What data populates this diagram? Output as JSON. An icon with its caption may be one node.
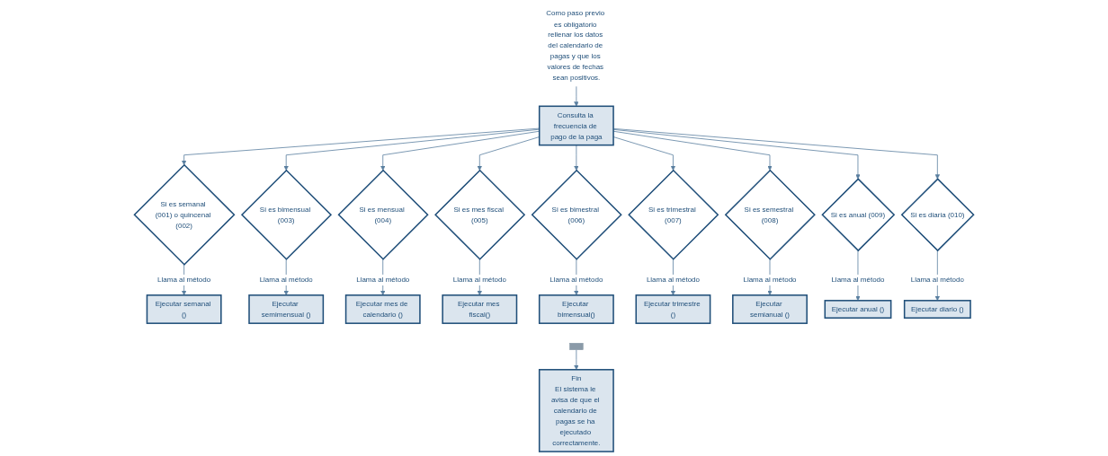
{
  "diagram": {
    "nodes": [
      {
        "text": [
          "Como paso previo es obligatorio rellenar los datos del calendario de pagas y que los valores de fechas sean positivos."
        ]
      },
      {
        "text": [
          "Consulta la frecuencia de pago de la paga"
        ]
      },
      {
        "text": [
          "Si es semanal (001) o quincenal (002)"
        ]
      },
      {
        "text": [
          "Si es bimensual (003)"
        ]
      },
      {
        "text": [
          "Si es mensual (004)"
        ]
      },
      {
        "text": [
          "Si es mes fiscal (005)"
        ]
      },
      {
        "text": [
          "Si es bimestral (006)"
        ]
      },
      {
        "text": [
          "Si es trimestral (007)"
        ]
      },
      {
        "text": [
          "Si es semestral (008)"
        ]
      },
      {
        "text": [
          "Si es anual (009)"
        ]
      },
      {
        "text": [
          "Si es diaria (010)"
        ]
      },
      {
        "text": [
          "Ejecutar semanal ()"
        ]
      },
      {
        "text": [
          "Ejecutar semimensual ()"
        ]
      },
      {
        "text": [
          "Ejecutar mes de calendario ()"
        ]
      },
      {
        "text": [
          "Ejecutar mes fiscal()"
        ]
      },
      {
        "text": [
          "Ejecutar bimensual()"
        ]
      },
      {
        "text": [
          "Ejecutar trimestre ()"
        ]
      },
      {
        "text": [
          "Ejecutar semianual ()"
        ]
      },
      {
        "text": [
          "Ejecutar anual ()"
        ]
      },
      {
        "text": [
          "Ejecutar diario ()"
        ]
      },
      {
        "text": [],
        "shape": "bar"
      },
      {
        "text": [
          "Fin",
          "El sistema le avisa de que el calendario de pagas se ha ejecutado correctamente."
        ]
      }
    ],
    "edges": [
      {
        "from": 0,
        "to": 1,
        "arrow": "to"
      },
      {
        "from": 1,
        "to": 2,
        "arrow": "to"
      },
      {
        "from": 1,
        "to": 3,
        "arrow": "to"
      },
      {
        "from": 1,
        "to": 4,
        "arrow": "to"
      },
      {
        "from": 1,
        "to": 5,
        "arrow": "to"
      },
      {
        "from": 1,
        "to": 6,
        "arrow": "to"
      },
      {
        "from": 1,
        "to": 7,
        "arrow": "to"
      },
      {
        "from": 1,
        "to": 8,
        "arrow": "to"
      },
      {
        "from": 1,
        "to": 9,
        "arrow": "to"
      },
      {
        "from": 1,
        "to": 10,
        "arrow": "to"
      },
      {
        "from": 2,
        "to": 11,
        "label": "Llama al método",
        "arrow": "to"
      },
      {
        "from": 3,
        "to": 12,
        "label": "Llama al método",
        "arrow": "to"
      },
      {
        "from": 4,
        "to": 13,
        "label": "Llama al método",
        "arrow": "to"
      },
      {
        "from": 5,
        "to": 14,
        "label": "Llama al método",
        "arrow": "to"
      },
      {
        "from": 6,
        "to": 15,
        "label": "Llama al método",
        "arrow": "to"
      },
      {
        "from": 7,
        "to": 16,
        "label": "Llama al método",
        "arrow": "to"
      },
      {
        "from": 8,
        "to": 17,
        "label": "Llama al método",
        "arrow": "to"
      },
      {
        "from": 9,
        "to": 18,
        "label": "Llama al método",
        "arrow": "to"
      },
      {
        "from": 10,
        "to": 19,
        "label": "Llama al método",
        "arrow": "to"
      },
      {
        "from": 20,
        "to": 21,
        "arrow": "to"
      }
    ]
  }
}
